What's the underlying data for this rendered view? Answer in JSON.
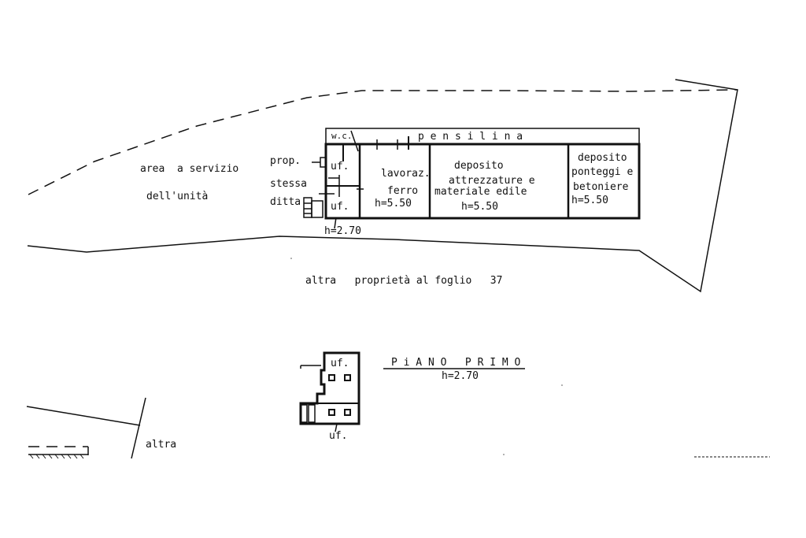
{
  "ground_floor": {
    "area_label_1": "area  a servizio",
    "area_label_2": "dell'unità",
    "prop_label": "prop.",
    "stessa_label": "stessa",
    "ditta_label": "ditta",
    "wc_label": "w.c.",
    "pensilina_label": "p e n s i l i n a",
    "uf_upper": "uf.",
    "uf_lower": "uf.",
    "lavoraz_1": "lavoraz.",
    "lavoraz_2": "ferro",
    "lavoraz_h": "h=5.50",
    "deposito_1": "deposito",
    "deposito_2": "attrezzature e",
    "deposito_3": "materiale edile",
    "deposito_h": "h=5.50",
    "ponteggi_1": "deposito",
    "ponteggi_2": "ponteggi e",
    "ponteggi_3": "betoniere",
    "ponteggi_h": "h=5.50",
    "h_office": "h=2.70",
    "altra_proprieta": "altra   proprietà al foglio   37"
  },
  "first_floor": {
    "title": "P i A N O   P R I M O",
    "height": "h=2.70",
    "uf_top": "uf.",
    "uf_bottom": "uf."
  },
  "bottom": {
    "altra": "altra"
  }
}
